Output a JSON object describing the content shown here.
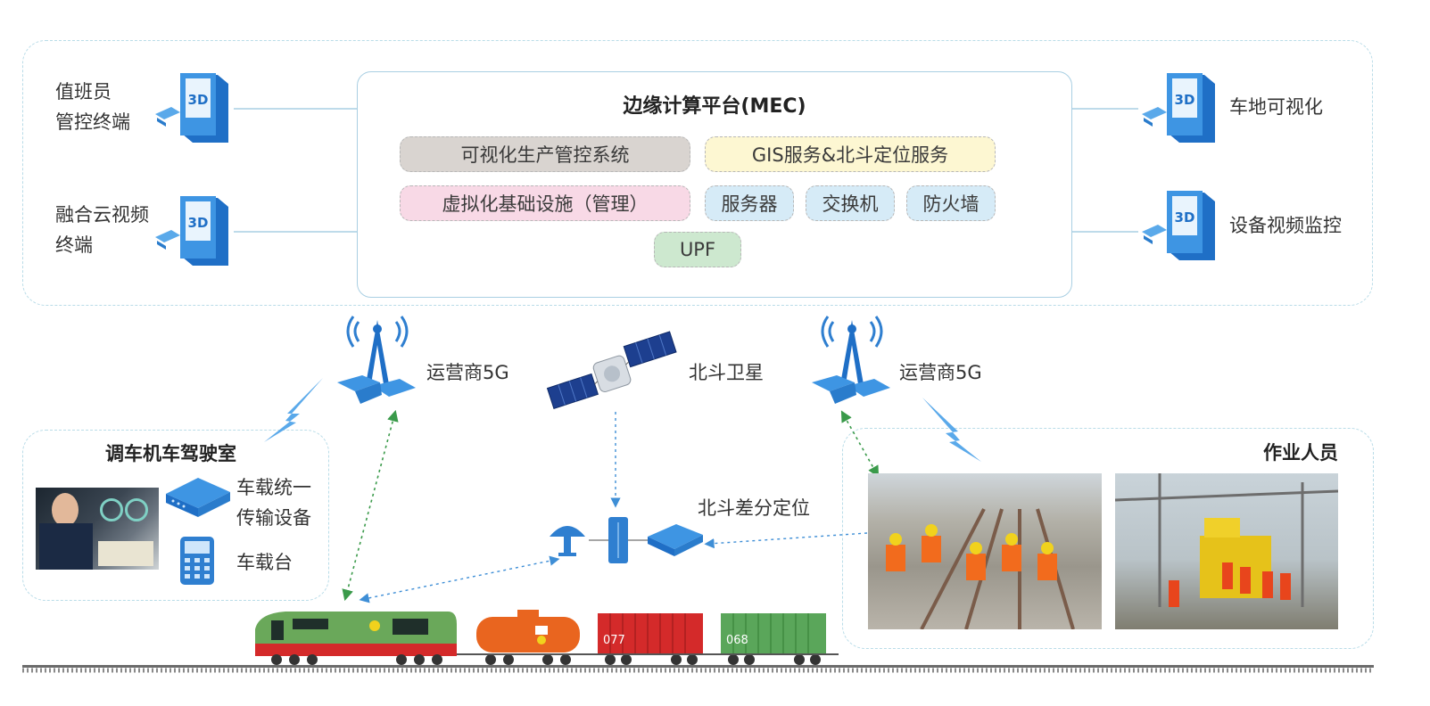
{
  "mec": {
    "title": "边缘计算平台(MEC)",
    "services": [
      {
        "label": "可视化生产管控系统",
        "color": "#d9d4d0"
      },
      {
        "label": "GIS服务&北斗定位服务",
        "color": "#fdf7d2"
      },
      {
        "label": "虚拟化基础设施（管理）",
        "color": "#f8d9e6"
      },
      {
        "label": "服务器",
        "color": "#d6ebf7"
      },
      {
        "label": "交换机",
        "color": "#d6ebf7"
      },
      {
        "label": "防火墙",
        "color": "#d6ebf7"
      },
      {
        "label": "UPF",
        "color": "#cde8cf"
      }
    ]
  },
  "terminals": {
    "left_top": [
      "值班员",
      "管控终端"
    ],
    "left_bottom": [
      "融合云视频",
      "终端"
    ],
    "right_top": "车地可视化",
    "right_bottom": "设备视频监控",
    "icon_text": "3D"
  },
  "network": {
    "operator_left": "运营商5G",
    "operator_right": "运营商5G",
    "satellite": "北斗卫星",
    "differential": "北斗差分定位"
  },
  "cab": {
    "title": "调车机车驾驶室",
    "device1": [
      "车载统一",
      "传输设备"
    ],
    "device2": "车载台"
  },
  "workers": {
    "title": "作业人员"
  },
  "train": {
    "car1_number": "077",
    "car2_number": "068"
  },
  "colors": {
    "accent_blue": "#2f7fd0",
    "link_green": "#3a9a4a",
    "link_blue": "#3e8ed6",
    "rail": "#6b6b6b"
  }
}
